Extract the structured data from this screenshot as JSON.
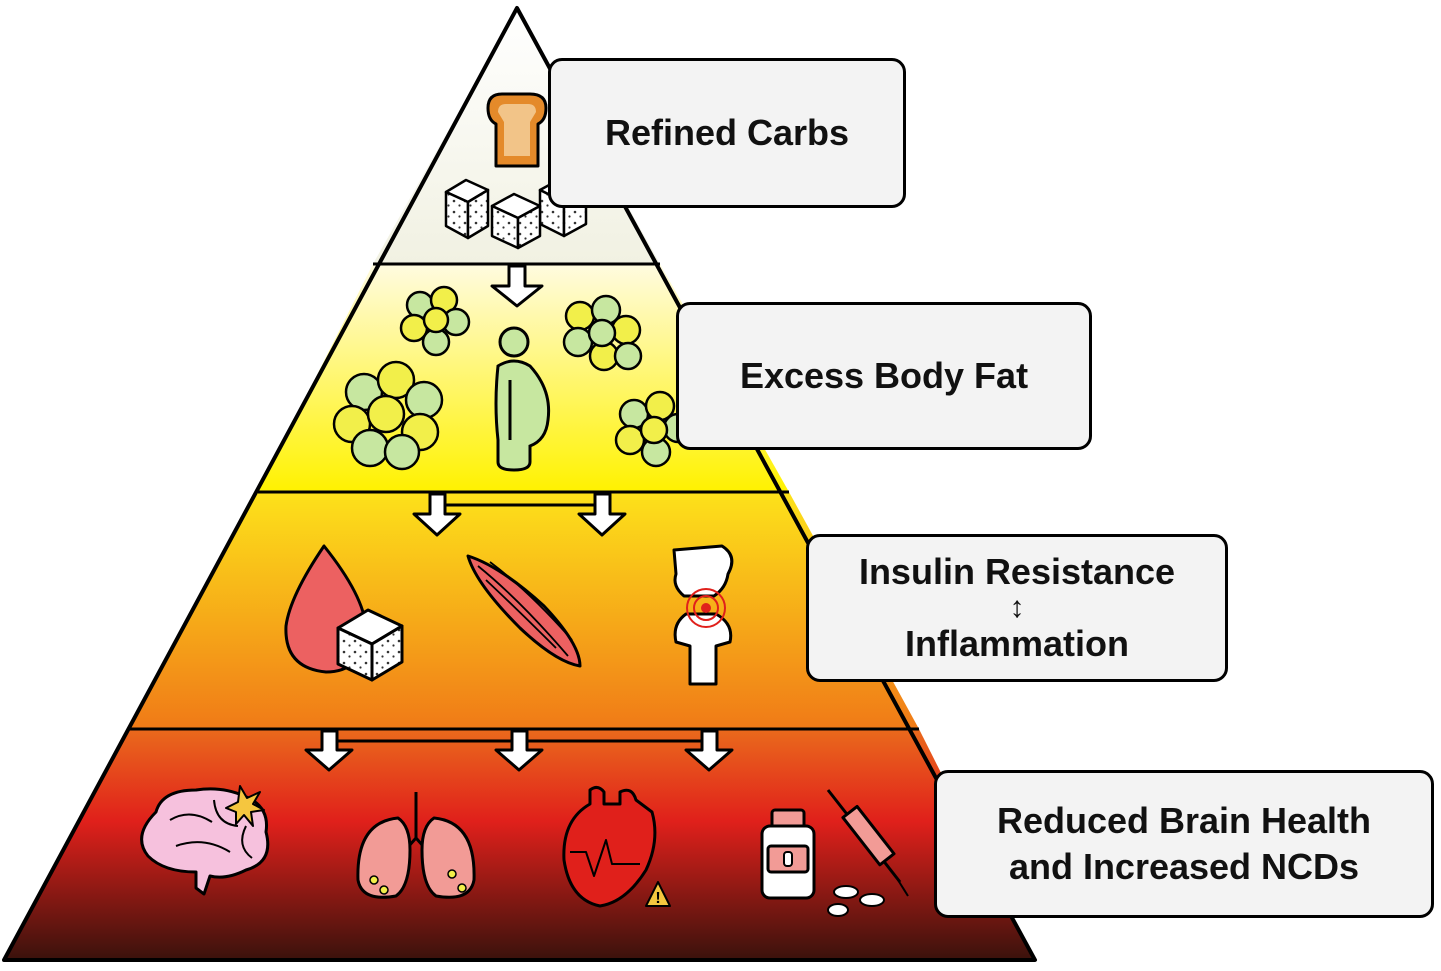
{
  "tiers": [
    {
      "id": "tier-1",
      "label": "Refined Carbs",
      "icons": [
        "bread-icon",
        "sugar-cube-icon"
      ]
    },
    {
      "id": "tier-2",
      "label": "Excess Body Fat",
      "icons": [
        "fat-cell-icon",
        "overweight-person-icon"
      ]
    },
    {
      "id": "tier-3",
      "label_top": "Insulin Resistance",
      "connector": "↕",
      "label_bottom": "Inflammation",
      "icons": [
        "blood-sugar-icon",
        "muscle-icon",
        "inflamed-joint-icon"
      ]
    },
    {
      "id": "tier-4",
      "label_line1": "Reduced Brain Health",
      "label_line2": "and Increased NCDs",
      "icons": [
        "brain-icon",
        "lungs-icon",
        "heart-warning-icon",
        "medication-icon"
      ]
    }
  ],
  "colors": {
    "tier1_top": "#ffffff",
    "tier1_bottom": "#f1f1e2",
    "tier2_top": "#fffbe0",
    "tier2_bottom": "#fff200",
    "tier3_top": "#fde21a",
    "tier3_bottom": "#f07a17",
    "tier4_top": "#ea6a1c",
    "tier4_mid": "#e0201b",
    "tier4_bottom": "#3a120c",
    "label_bg": "#f3f3f3",
    "fat_yellow": "#f2ef4a",
    "fat_green": "#c7e7a0",
    "blood_red": "#ec6161",
    "pink": "#f6c1dd",
    "lung_pink": "#f29b96"
  }
}
